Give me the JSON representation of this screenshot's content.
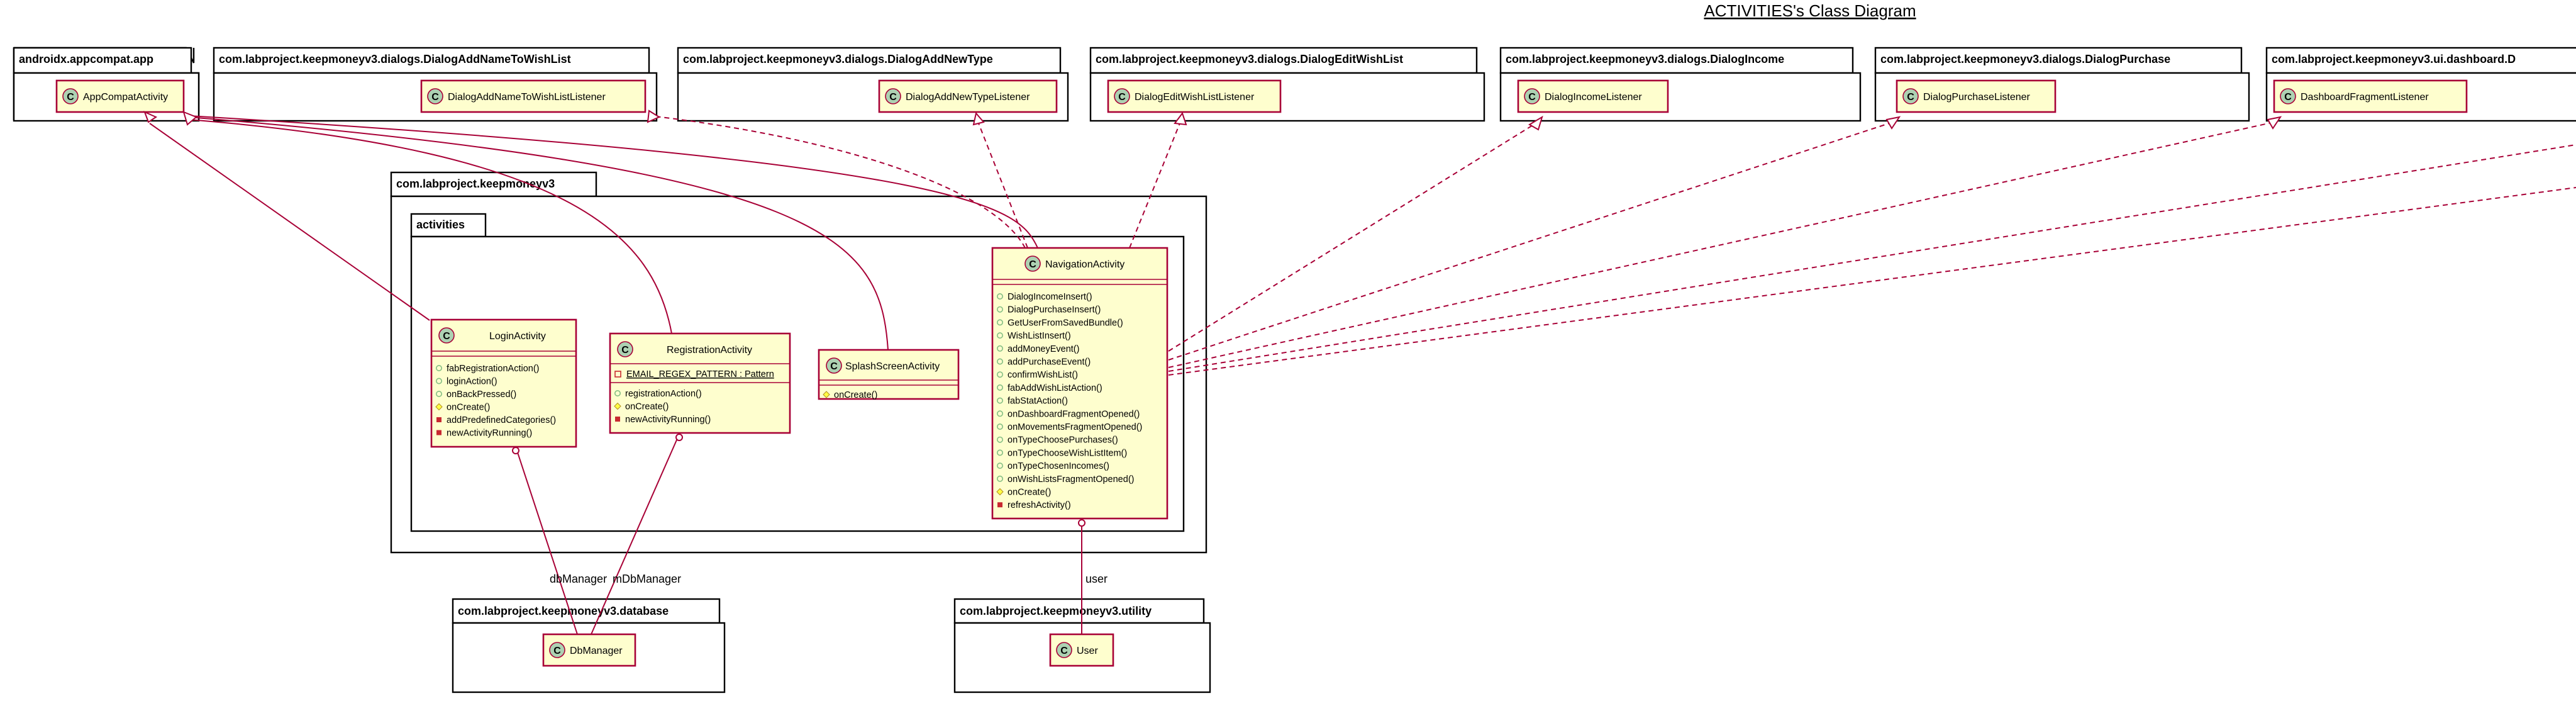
{
  "title": "ACTIVITIES's Class Diagram",
  "packages": {
    "androidx_appcompat_app": "androidx.appcompat.app",
    "dialog_add_name": "com.labproject.keepmoneyv3.dialogs.DialogAddNameToWishList",
    "dialog_add_type": "com.labproject.keepmoneyv3.dialogs.DialogAddNewType",
    "dialog_edit_wish": "com.labproject.keepmoneyv3.dialogs.DialogEditWishList",
    "dialog_income": "com.labproject.keepmoneyv3.dialogs.DialogIncome",
    "dialog_purchase": "com.labproject.keepmoneyv3.dialogs.DialogPurchase",
    "dashboard": "com.labproject.keepmoneyv3.ui.dashboard.D",
    "keepmoneyv3": "com.labproject.keepmoneyv3",
    "activities": "activities",
    "database": "com.labproject.keepmoneyv3.database",
    "utility": "com.labproject.keepmoneyv3.utility"
  },
  "classes": {
    "appcompat": "AppCompatActivity",
    "add_name_listener": "DialogAddNameToWishListListener",
    "add_type_listener": "DialogAddNewTypeListener",
    "edit_wish_listener": "DialogEditWishListListener",
    "income_listener": "DialogIncomeListener",
    "purchase_listener": "DialogPurchaseListener",
    "dashboard_listener": "DashboardFragmentListener",
    "login": {
      "name": "LoginActivity",
      "methods": [
        {
          "vis": "public",
          "text": "fabRegistrationAction()"
        },
        {
          "vis": "public",
          "text": "loginAction()"
        },
        {
          "vis": "public",
          "text": "onBackPressed()"
        },
        {
          "vis": "protected",
          "text": "onCreate()"
        },
        {
          "vis": "private",
          "text": "addPredefinedCategories()"
        },
        {
          "vis": "private",
          "text": "newActivityRunning()"
        }
      ]
    },
    "registration": {
      "name": "RegistrationActivity",
      "field": "EMAIL_REGEX_PATTERN : Pattern",
      "methods": [
        {
          "vis": "public",
          "text": "registrationAction()"
        },
        {
          "vis": "protected",
          "text": "onCreate()"
        },
        {
          "vis": "private",
          "text": "newActivityRunning()"
        }
      ]
    },
    "splash": {
      "name": "SplashScreenActivity",
      "methods": [
        {
          "vis": "protected",
          "text": "onCreate()"
        }
      ]
    },
    "navigation": {
      "name": "NavigationActivity",
      "methods": [
        {
          "vis": "public",
          "text": "DialogIncomeInsert()"
        },
        {
          "vis": "public",
          "text": "DialogPurchaseInsert()"
        },
        {
          "vis": "public",
          "text": "GetUserFromSavedBundle()"
        },
        {
          "vis": "public",
          "text": "WishListInsert()"
        },
        {
          "vis": "public",
          "text": "addMoneyEvent()"
        },
        {
          "vis": "public",
          "text": "addPurchaseEvent()"
        },
        {
          "vis": "public",
          "text": "confirmWishList()"
        },
        {
          "vis": "public",
          "text": "fabAddWishListAction()"
        },
        {
          "vis": "public",
          "text": "fabStatAction()"
        },
        {
          "vis": "public",
          "text": "onDashboardFragmentOpened()"
        },
        {
          "vis": "public",
          "text": "onMovementsFragmentOpened()"
        },
        {
          "vis": "public",
          "text": "onTypeChoosePurchases()"
        },
        {
          "vis": "public",
          "text": "onTypeChooseWishListItem()"
        },
        {
          "vis": "public",
          "text": "onTypeChosenIncomes()"
        },
        {
          "vis": "public",
          "text": "onWishListsFragmentOpened()"
        },
        {
          "vis": "protected",
          "text": "onCreate()"
        },
        {
          "vis": "private",
          "text": "refreshActivity()"
        }
      ]
    },
    "dbmanager": "DbManager",
    "user": "User"
  },
  "roles": {
    "login_db": "dbManager",
    "registration_db": "mDbManager",
    "navigation_user": "user"
  },
  "colors": {
    "class_fill": "#FEFECE",
    "class_border": "#A80036",
    "circle_fill": "#ADD1B2",
    "public": "#84BE84",
    "protected": "#FFFF44",
    "private": "#C82930"
  }
}
